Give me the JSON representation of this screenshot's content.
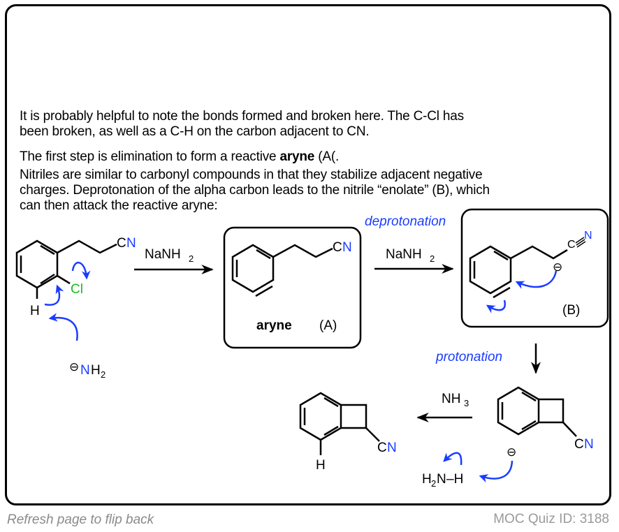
{
  "explanation": {
    "para1_line1": "It is probably helpful to note the bonds formed and broken here. The C-Cl has",
    "para1_line2": "been broken, as well as a C-H on the carbon adjacent to CN.",
    "para2_prefix": "The first step is elimination to form a reactive ",
    "para2_bold": "aryne",
    "para2_suffix": " (A(.",
    "para3_line1": "Nitriles are similar to carbonyl compounds in that they stabilize adjacent negative",
    "para3_line2": "charges. Deprotonation of the alpha carbon leads to the nitrile “enolate” (B), which",
    "para3_line3": "can then attack the reactive aryne:"
  },
  "scheme": {
    "start": {
      "cn_c": "C",
      "cn_n": "N",
      "cl": "Cl",
      "h": "H",
      "base_charge": "⊖",
      "base_n": "N",
      "base_h": "H",
      "base_sub": "2"
    },
    "step1": {
      "reagent": "NaNH",
      "reagent_sub": "2"
    },
    "aryne": {
      "cn_c": "C",
      "cn_n": "N",
      "label": "aryne",
      "tag": "(A)"
    },
    "step2": {
      "annotation": "deprotonation",
      "reagent": "NaNH",
      "reagent_sub": "2"
    },
    "enolate": {
      "c": "C",
      "n": "N",
      "charge": "⊖",
      "tag": "(B)"
    },
    "step3": {
      "annotation": "protonation"
    },
    "anion": {
      "cn_c": "C",
      "cn_n": "N",
      "charge": "⊖",
      "h2": "H",
      "h2_sub": "2",
      "n": "N",
      "dash_h": "–H"
    },
    "step4": {
      "reagent": "NH",
      "reagent_sub": "3"
    },
    "product": {
      "cn_c": "C",
      "cn_n": "N",
      "h": "H"
    }
  },
  "colors": {
    "accent": "#1a3cff",
    "chlorine": "#1dbb1d",
    "footer": "#8a8a8a"
  },
  "footer": {
    "flip_hint": "Refresh page to flip back",
    "quiz_id": "MOC Quiz ID: 3188"
  }
}
